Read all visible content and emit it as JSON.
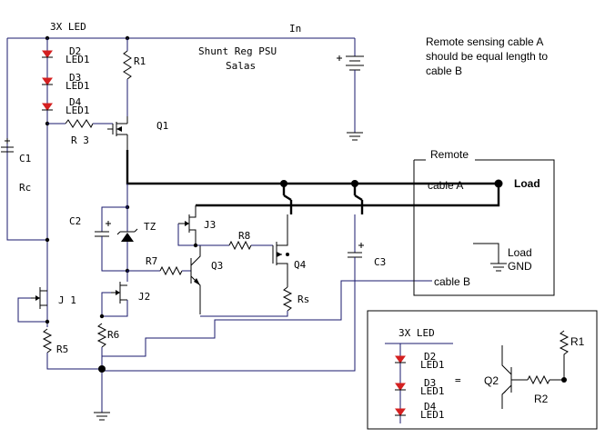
{
  "title": {
    "line1": "Shunt Reg PSU",
    "line2": "Salas"
  },
  "note": {
    "line1": "Remote sensing cable A",
    "line2": "should be equal length to",
    "line3": "cable B"
  },
  "labels": {
    "led_group": "3X LED",
    "input": "In",
    "d2": "D2",
    "d3": "D3",
    "d4": "D4",
    "led1": "LED1",
    "r1": "R1",
    "q1": "Q1",
    "r3": "R 3",
    "c1": "C1",
    "rc": "Rc",
    "c2": "C2",
    "tz": "TZ",
    "j3": "J3",
    "r8": "R8",
    "r7": "R7",
    "q3": "Q3",
    "q4": "Q4",
    "c3": "C3",
    "rs": "Rs",
    "j1": "J 1",
    "j2": "J2",
    "r5": "R5",
    "r6": "R6"
  },
  "remote": {
    "title": "Remote",
    "cable_a": "cable A",
    "cable_b": "cable B",
    "load": "Load",
    "load_gnd_1": "Load",
    "load_gnd_2": "GND"
  },
  "inset": {
    "led_group": "3X LED",
    "d2": "D2",
    "d3": "D3",
    "d4": "D4",
    "led1": "LED1",
    "equals": "=",
    "q2": "Q2",
    "r1": "R1",
    "r2": "R2"
  }
}
